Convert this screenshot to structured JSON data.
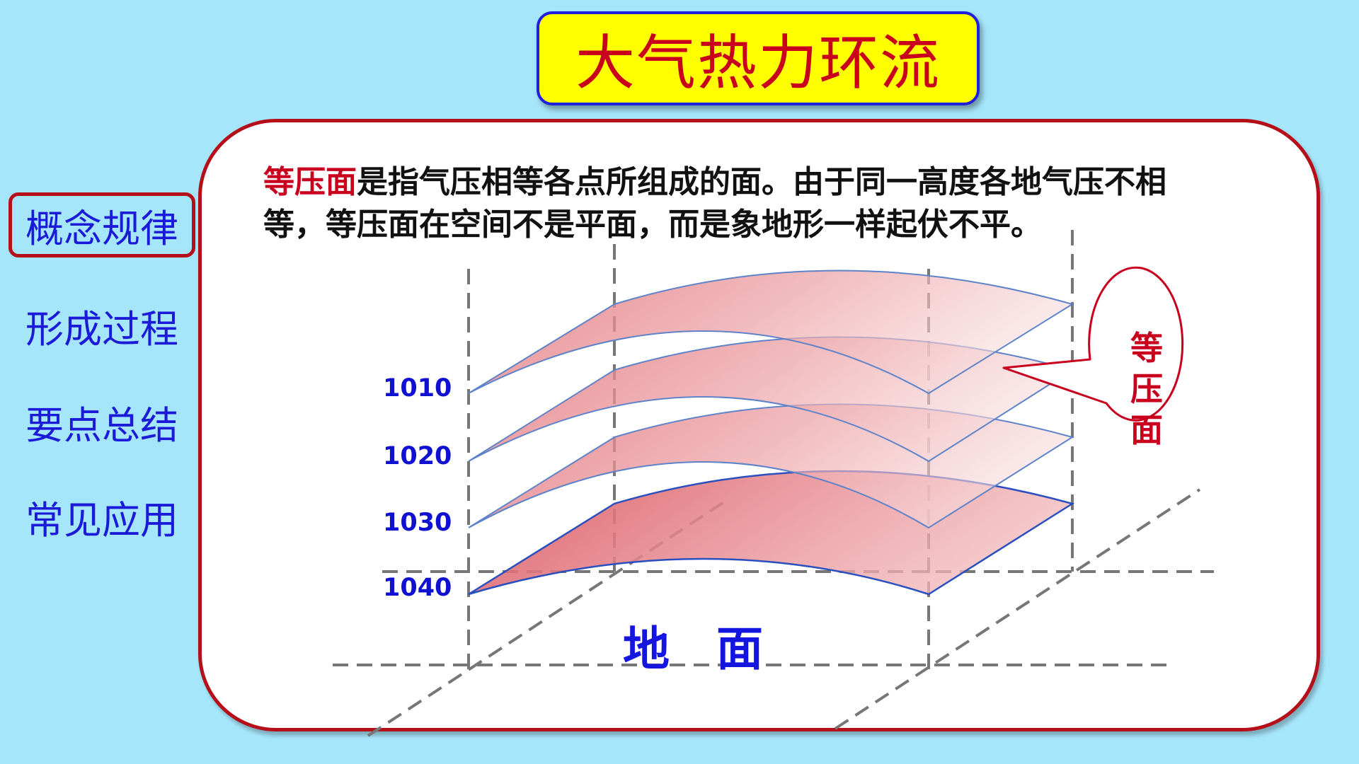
{
  "title": "大气热力环流",
  "sidebar": {
    "items": [
      {
        "label": "概念规律",
        "active": true
      },
      {
        "label": "形成过程",
        "active": false
      },
      {
        "label": "要点总结",
        "active": false
      },
      {
        "label": "常见应用",
        "active": false
      }
    ]
  },
  "description": {
    "highlight": "等压面",
    "rest": "是指气压相等各点所组成的面。由于同一高度各地气压不相等，等压面在空间不是平面，而是象地形一样起伏不平。"
  },
  "diagram": {
    "levels": [
      "1010",
      "1020",
      "1030",
      "1040"
    ],
    "ground_label": "地　面",
    "callout": [
      "等",
      "压",
      "面"
    ]
  },
  "colors": {
    "background": "#a6e6fb",
    "title_bg": "#ffff00",
    "title_text": "#c8001e",
    "panel_border": "#b5101a",
    "sidebar_text": "#1a1ad8",
    "surface_fill": "#e06f76"
  }
}
